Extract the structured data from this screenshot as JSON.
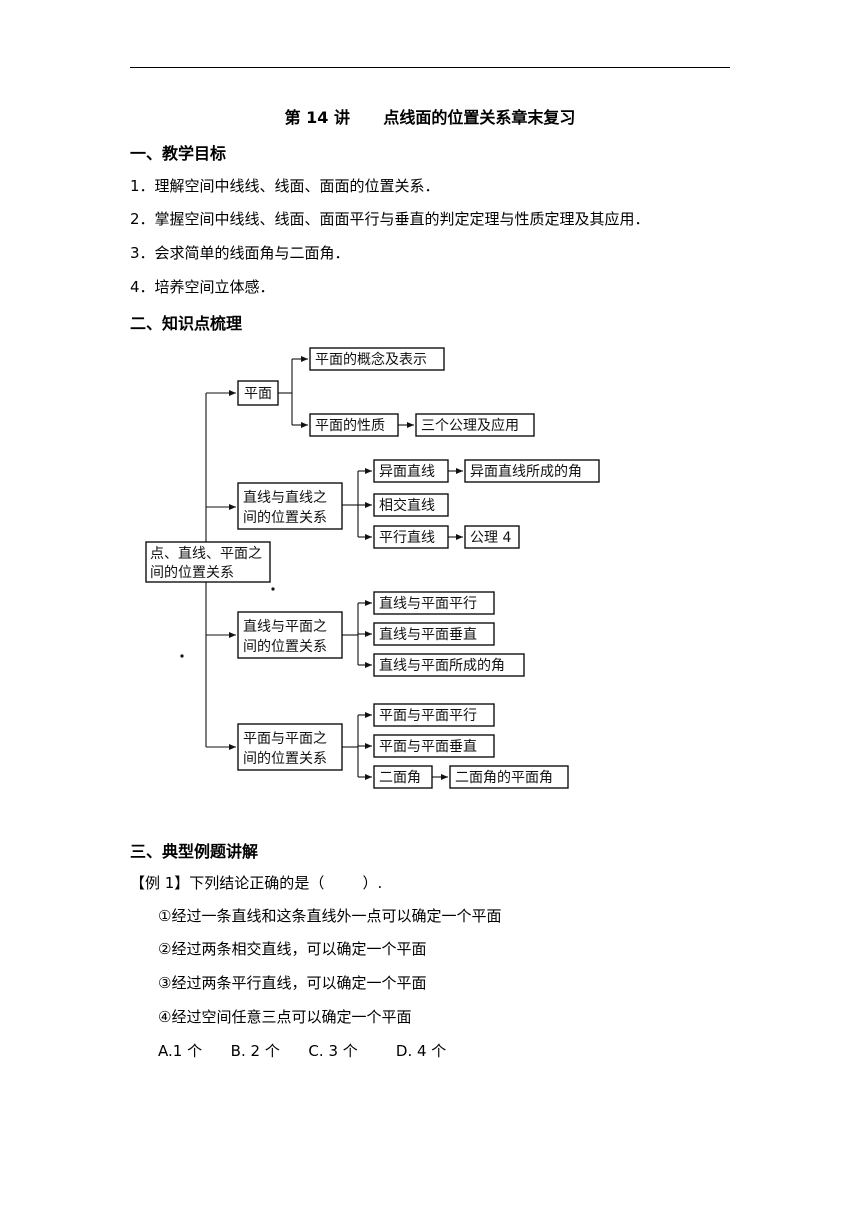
{
  "title": "第 14 讲      点线面的位置关系章末复习",
  "section1": {
    "heading": "一、教学目标",
    "items": [
      "1．理解空间中线线、线面、面面的位置关系．",
      "2．掌握空间中线线、线面、面面平行与垂直的判定定理与性质定理及其应用．",
      "3．会求简单的线面角与二面角．",
      "4．培养空间立体感．"
    ]
  },
  "section2": {
    "heading": "二、知识点梳理",
    "map": {
      "root_line1": "点、直线、平面之",
      "root_line2": "间的位置关系",
      "plane": "平面",
      "plane_concept": "平面的概念及表示",
      "plane_property": "平面的性质",
      "three_axioms": "三个公理及应用",
      "ll_line1": "直线与直线之",
      "ll_line2": "间的位置关系",
      "skew": "异面直线",
      "skew_angle": "异面直线所成的角",
      "intersect": "相交直线",
      "parallel": "平行直线",
      "axiom4": "公理 4",
      "lp_line1": "直线与平面之",
      "lp_line2": "间的位置关系",
      "lp_parallel": "直线与平面平行",
      "lp_perp": "直线与平面垂直",
      "lp_angle": "直线与平面所成的角",
      "pp_line1": "平面与平面之",
      "pp_line2": "间的位置关系",
      "pp_parallel": "平面与平面平行",
      "pp_perp": "平面与平面垂直",
      "dihedral": "二面角",
      "dihedral_angle": "二面角的平面角"
    }
  },
  "section3": {
    "heading": "三、典型例题讲解",
    "example_label": "【例 1】下列结论正确的是（        ）.",
    "statements": [
      "①经过一条直线和这条直线外一点可以确定一个平面",
      "②经过两条相交直线，可以确定一个平面",
      "③经过两条平行直线，可以确定一个平面",
      "④经过空间任意三点可以确定一个平面"
    ],
    "options": "A.1 个      B. 2 个      C. 3 个        D. 4 个"
  }
}
